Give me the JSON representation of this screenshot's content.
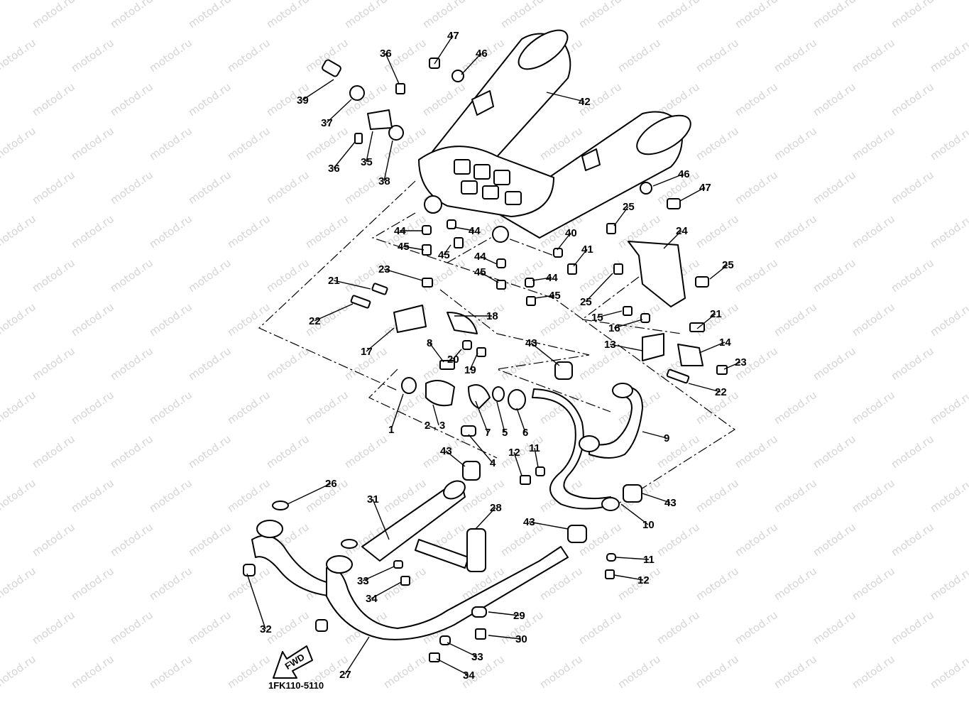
{
  "watermark": "motod.ru",
  "diagram_code": "1FK110-5110",
  "fwd_arrow": "FWD",
  "callouts": [
    {
      "id": "c47a",
      "text": "47"
    },
    {
      "id": "c46a",
      "text": "46"
    },
    {
      "id": "c36a",
      "text": "36"
    },
    {
      "id": "c39",
      "text": "39"
    },
    {
      "id": "c42",
      "text": "42"
    },
    {
      "id": "c37",
      "text": "37"
    },
    {
      "id": "c35",
      "text": "35"
    },
    {
      "id": "c36b",
      "text": "36"
    },
    {
      "id": "c38",
      "text": "38"
    },
    {
      "id": "c46b",
      "text": "46"
    },
    {
      "id": "c47b",
      "text": "47"
    },
    {
      "id": "c25a",
      "text": "25"
    },
    {
      "id": "c24",
      "text": "24"
    },
    {
      "id": "c44a",
      "text": "44"
    },
    {
      "id": "c44b",
      "text": "44"
    },
    {
      "id": "c45a",
      "text": "45"
    },
    {
      "id": "c45b",
      "text": "45"
    },
    {
      "id": "c40",
      "text": "40"
    },
    {
      "id": "c41a",
      "text": "41"
    },
    {
      "id": "c44c",
      "text": "44"
    },
    {
      "id": "c45c",
      "text": "45"
    },
    {
      "id": "c44d",
      "text": "44"
    },
    {
      "id": "c45d",
      "text": "45"
    },
    {
      "id": "c25b",
      "text": "25"
    },
    {
      "id": "c25c",
      "text": "25"
    },
    {
      "id": "c23a",
      "text": "23"
    },
    {
      "id": "c21a",
      "text": "21"
    },
    {
      "id": "c22a",
      "text": "22"
    },
    {
      "id": "c18",
      "text": "18"
    },
    {
      "id": "c15",
      "text": "15"
    },
    {
      "id": "c16",
      "text": "16"
    },
    {
      "id": "c21b",
      "text": "21"
    },
    {
      "id": "c17",
      "text": "17"
    },
    {
      "id": "c8",
      "text": "8"
    },
    {
      "id": "c20",
      "text": "20"
    },
    {
      "id": "c19",
      "text": "19"
    },
    {
      "id": "c43a",
      "text": "43"
    },
    {
      "id": "c13",
      "text": "13"
    },
    {
      "id": "c14",
      "text": "14"
    },
    {
      "id": "c23b",
      "text": "23"
    },
    {
      "id": "c22b",
      "text": "22"
    },
    {
      "id": "c1",
      "text": "1"
    },
    {
      "id": "c23",
      "text": "2 , 3"
    },
    {
      "id": "c7",
      "text": "7"
    },
    {
      "id": "c5",
      "text": "5"
    },
    {
      "id": "c6",
      "text": "6"
    },
    {
      "id": "c9",
      "text": "9"
    },
    {
      "id": "c43b",
      "text": "43"
    },
    {
      "id": "c4",
      "text": "4"
    },
    {
      "id": "c12a",
      "text": "12"
    },
    {
      "id": "c11a",
      "text": "11"
    },
    {
      "id": "c26",
      "text": "26"
    },
    {
      "id": "c31",
      "text": "31"
    },
    {
      "id": "c28",
      "text": "28"
    },
    {
      "id": "c43c",
      "text": "43"
    },
    {
      "id": "c10",
      "text": "10"
    },
    {
      "id": "c43d",
      "text": "43"
    },
    {
      "id": "c11b",
      "text": "11"
    },
    {
      "id": "c12b",
      "text": "12"
    },
    {
      "id": "c33a",
      "text": "33"
    },
    {
      "id": "c34a",
      "text": "34"
    },
    {
      "id": "c29",
      "text": "29"
    },
    {
      "id": "c30",
      "text": "30"
    },
    {
      "id": "c32",
      "text": "32"
    },
    {
      "id": "c33b",
      "text": "33"
    },
    {
      "id": "c27",
      "text": "27"
    },
    {
      "id": "c34b",
      "text": "34"
    }
  ]
}
